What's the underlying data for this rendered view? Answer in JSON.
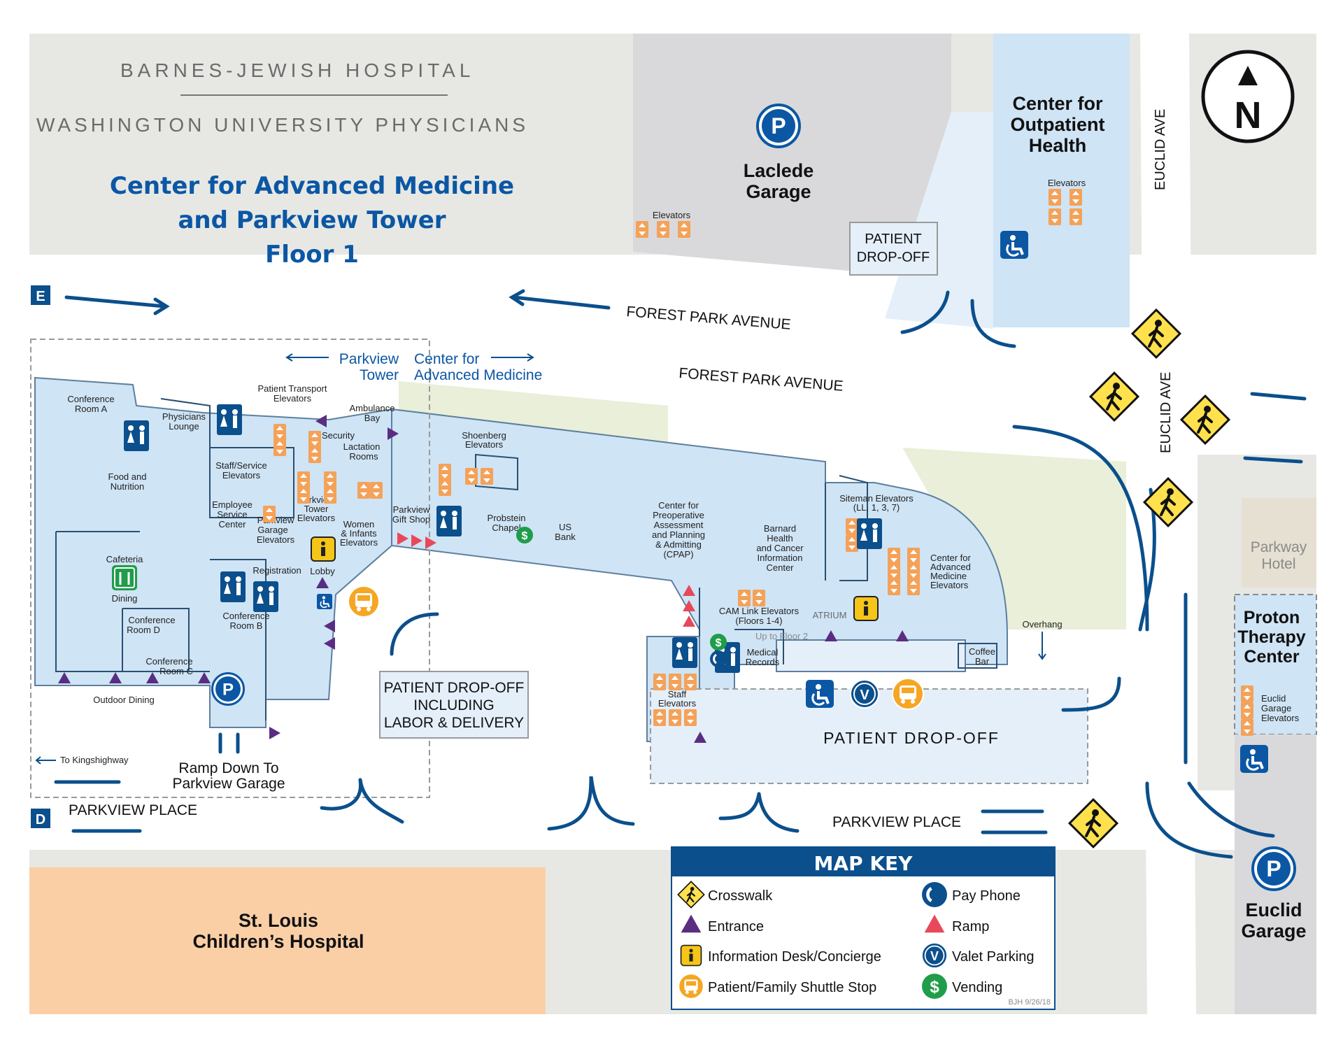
{
  "header": {
    "org_line1": "BARNES-JEWISH HOSPITAL",
    "org_line2": "WASHINGTON UNIVERSITY PHYSICIANS",
    "title_line1": "Center for Advanced Medicine",
    "title_line2": "and Parkview Tower",
    "title_line3": "Floor 1"
  },
  "compass": {
    "letter": "N"
  },
  "section_markers": {
    "e": "E",
    "d": "D"
  },
  "streets": {
    "forest_park_1": "FOREST PARK AVENUE",
    "forest_park_2": "FOREST PARK AVENUE",
    "euclid_1": "EUCLID AVE",
    "euclid_2": "EUCLID AVE",
    "parkview_place_1": "PARKVIEW PLACE",
    "parkview_place_2": "PARKVIEW PLACE"
  },
  "buildings": {
    "laclede_line1": "Laclede",
    "laclede_line2": "Garage",
    "laclede_elevators": "Elevators",
    "outpatient_line1": "Center for",
    "outpatient_line2": "Outpatient",
    "outpatient_line3": "Health",
    "outpatient_elevators": "Elevators",
    "parkway_line1": "Parkway",
    "parkway_line2": "Hotel",
    "proton_line1": "Proton",
    "proton_line2": "Therapy",
    "proton_line3": "Center",
    "euclid_elev_line1": "Euclid",
    "euclid_elev_line2": "Garage",
    "euclid_elev_line3": "Elevators",
    "euclid_garage_line1": "Euclid",
    "euclid_garage_line2": "Garage",
    "children_line1": "St. Louis",
    "children_line2": "Children’s Hospital"
  },
  "callouts": {
    "dropoff_top_line1": "PATIENT",
    "dropoff_top_line2": "DROP-OFF",
    "dropoff_labor_line1": "PATIENT DROP-OFF",
    "dropoff_labor_line2": "INCLUDING",
    "dropoff_labor_line3": "LABOR & DELIVERY",
    "dropoff_main": "PATIENT DROP-OFF",
    "parkview_tower_line1": "Parkview",
    "parkview_tower_line2": "Tower",
    "cam_line1": "Center for",
    "cam_line2": "Advanced Medicine",
    "ramp_line1": "Ramp Down To",
    "ramp_line2": "Parkview Garage",
    "to_kingshighway": "To Kingshighway",
    "overhang": "Overhang"
  },
  "rooms": {
    "conference_a_1": "Conference",
    "conference_a_2": "Room A",
    "physicians_1": "Physicians",
    "physicians_2": "Lounge",
    "patient_transport_1": "Patient Transport",
    "patient_transport_2": "Elevators",
    "ambulance_1": "Ambulance",
    "ambulance_2": "Bay",
    "security": "Security",
    "lactation_1": "Lactation",
    "lactation_2": "Rooms",
    "food_1": "Food and",
    "food_2": "Nutrition",
    "staff_service_1": "Staff/Service",
    "staff_service_2": "Elevators",
    "employee_1": "Employee",
    "employee_2": "Service",
    "employee_3": "Center",
    "parkview_tower_elev_1": "Parkview",
    "parkview_tower_elev_2": "Tower",
    "parkview_tower_elev_3": "Elevators",
    "parkview_garage_elev_1": "Parkview",
    "parkview_garage_elev_2": "Garage",
    "parkview_garage_elev_3": "Elevators",
    "women_1": "Women",
    "women_2": "& Infants",
    "women_3": "Elevators",
    "cafeteria": "Cafeteria",
    "dining": "Dining",
    "registration": "Registration",
    "lobby": "Lobby",
    "conference_b_1": "Conference",
    "conference_b_2": "Room B",
    "conference_d_1": "Conference",
    "conference_d_2": "Room D",
    "conference_c_1": "Conference",
    "conference_c_2": "Room C",
    "outdoor_dining": "Outdoor Dining",
    "shoenberg_1": "Shoenberg",
    "shoenberg_2": "Elevators",
    "gift_shop_1": "Parkview",
    "gift_shop_2": "Gift Shop",
    "probstein_1": "Probstein",
    "probstein_2": "Chapel",
    "us_bank_1": "US",
    "us_bank_2": "Bank",
    "cpap_1": "Center for",
    "cpap_2": "Preoperative",
    "cpap_3": "Assessment",
    "cpap_4": "and Planning",
    "cpap_5": "& Admitting",
    "cpap_6": "(CPAP)",
    "barnard_1": "Barnard",
    "barnard_2": "Health",
    "barnard_3": "and Cancer",
    "barnard_4": "Information",
    "barnard_5": "Center",
    "siteman_1": "Siteman Elevators",
    "siteman_2": "(LL, 1, 3, 7)",
    "cam_elev_1": "Center for",
    "cam_elev_2": "Advanced",
    "cam_elev_3": "Medicine",
    "cam_elev_4": "Elevators",
    "cam_link_1": "CAM Link Elevators",
    "cam_link_2": "(Floors 1-4)",
    "up_floor2": "Up to Floor 2",
    "atrium": "ATRIUM",
    "medical_records_1": "Medical",
    "medical_records_2": "Records",
    "staff_elev_1": "Staff",
    "staff_elev_2": "Elevators",
    "coffee_1": "Coffee",
    "coffee_2": "Bar"
  },
  "legend": {
    "title": "MAP KEY",
    "items": [
      {
        "label": "Crosswalk",
        "icon": "crosswalk-icon"
      },
      {
        "label": "Entrance",
        "icon": "entrance-icon"
      },
      {
        "label": "Information Desk/Concierge",
        "icon": "info-icon"
      },
      {
        "label": "Patient/Family Shuttle Stop",
        "icon": "shuttle-icon"
      },
      {
        "label": "Pay Phone",
        "icon": "pay-phone-icon"
      },
      {
        "label": "Ramp",
        "icon": "ramp-icon"
      },
      {
        "label": "Valet Parking",
        "icon": "valet-icon"
      },
      {
        "label": "Vending",
        "icon": "vending-icon"
      }
    ],
    "footer": "BJH 9/26/18"
  },
  "icon_letters": {
    "parking": "P",
    "info": "i",
    "valet": "V",
    "vending": "$"
  },
  "colors": {
    "building_blue": "#cfe4f5",
    "navy": "#0b4f8c",
    "title_blue": "#0b57a4",
    "crosswalk_yellow": "#ffe14d",
    "info_yellow": "#f5c518",
    "shuttle_orange": "#f5a623",
    "elevator_orange": "#f4a259",
    "entrance_purple": "#5a2d82",
    "ramp_red": "#e8495a",
    "vending_green": "#1f9d4a",
    "childrens_peach": "#fbcfa6",
    "garage_gray": "#d9d9db",
    "land_gray": "#e7e8e4",
    "green_space": "#e9efd8"
  }
}
